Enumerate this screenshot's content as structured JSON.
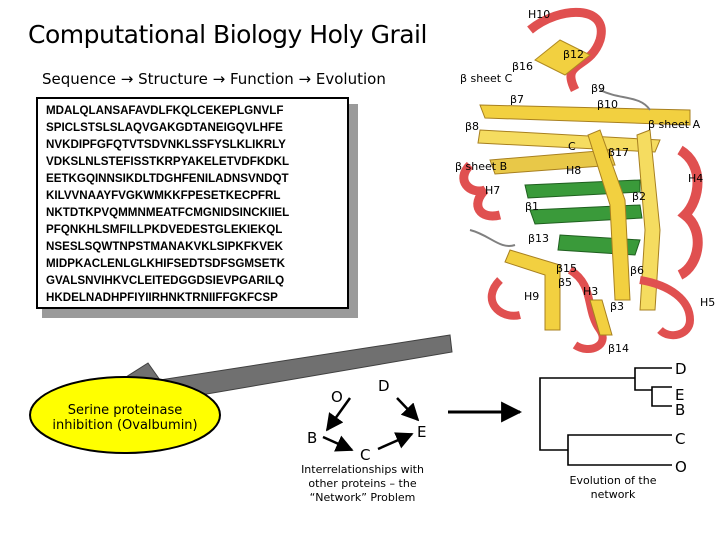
{
  "title": "Computational Biology Holy Grail",
  "subtitle": "Sequence → Structure → Function → Evolution",
  "sequence_lines": [
    "MDALQLANSAFAVDLFKQLCEKEPLGNVLF",
    "SPICLSTSLSLAQVGAKGDTANEIGQVLHFE",
    "NVKDIPFGFQTVTSDVNKLSSFYSLKLIKRLY",
    "VDKSLNLSTEFISSTKRPYAKELETVDFKDKL",
    "EETKGQINNSIKDLTDGHFENILADNSVNDQT",
    "KILVVNAAYFVGKWMKKFPESETKECPFRL",
    "NKTDTKPVQMMNMEATFCMGNIDSINCKIIEL",
    "PFQNKHLSMFILLPKDVEDESTGLEKIEKQL",
    "NSESLSQWTNPSTMANAKVKLSIPKFKVEK",
    "MIDPKACLENLGLKHIFSEDTSDFSGMSETK",
    "GVALSNVIHKVCLEITEDGGDSIEVPGARILQ",
    "HKDELNADHPFIYIIRHNKTRNIIFFGKFCSP"
  ],
  "structure_labels": {
    "h10": "H10",
    "b12": "β12",
    "b16": "β16",
    "sheet_c": "β sheet C",
    "b9": "β9",
    "b7": "β7",
    "b10": "β10",
    "b8": "β8",
    "sheet_a": "β sheet A",
    "b17": "β17",
    "h7": "H7",
    "h8": "H8",
    "sheet_b": "β sheet B",
    "b2": "β2",
    "h4": "H4",
    "b1": "β1",
    "c": "C",
    "b13": "β13",
    "b15": "β15",
    "b5": "β5",
    "h9": "H9",
    "b6": "β6",
    "h3": "H3",
    "b3": "β3",
    "h5": "H5",
    "b14": "β14"
  },
  "function_label": "Serine proteinase inhibition (Ovalbumin)",
  "network": {
    "nodes": {
      "o": "O",
      "d": "D",
      "b": "B",
      "c": "C",
      "e": "E"
    },
    "caption": "Interrelationships with other proteins – the “Network” Problem"
  },
  "tree": {
    "leaves": [
      "D",
      "E",
      "B",
      "C",
      "O"
    ],
    "caption": "Evolution of the network"
  },
  "colors": {
    "function_ellipse": "#ffff00",
    "arrow": "#707070",
    "helix": "#e05050",
    "strand": "#f2d040",
    "sheet_b": "#3a9a3a"
  }
}
